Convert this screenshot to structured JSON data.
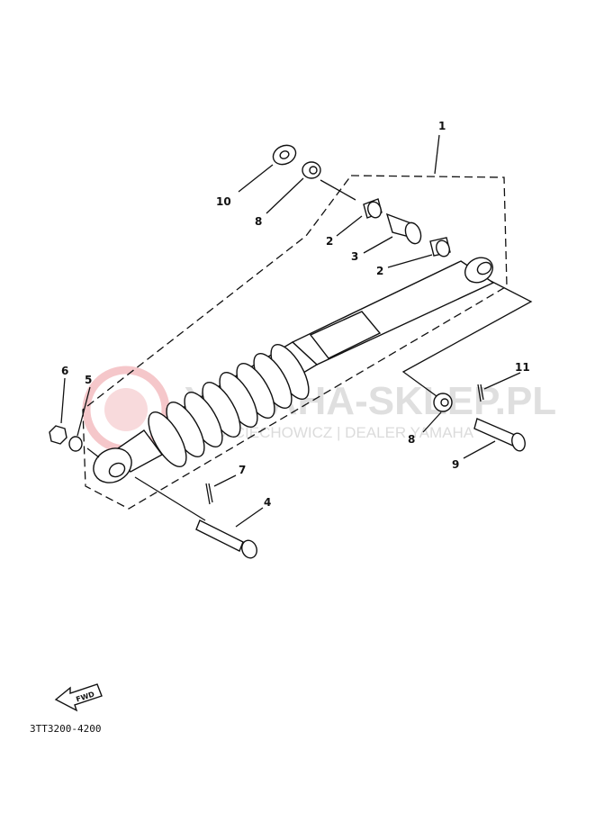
{
  "diagram": {
    "diagram_code": "3TT3200-4200",
    "fwd_label": "FWD",
    "watermark": {
      "title": "YAMAHA-SKLEP.PL",
      "subtitle": "WOJCIECHOWICZ | DEALER YAMAHA",
      "colors": {
        "logo": "#e8838a",
        "text": "#d8d8d8"
      }
    },
    "callouts": {
      "c1": "1",
      "c2a": "2",
      "c2b": "2",
      "c3": "3",
      "c4": "4",
      "c5": "5",
      "c6": "6",
      "c7": "7",
      "c8a": "8",
      "c8b": "8",
      "c9": "9",
      "c10": "10",
      "c11": "11"
    }
  }
}
